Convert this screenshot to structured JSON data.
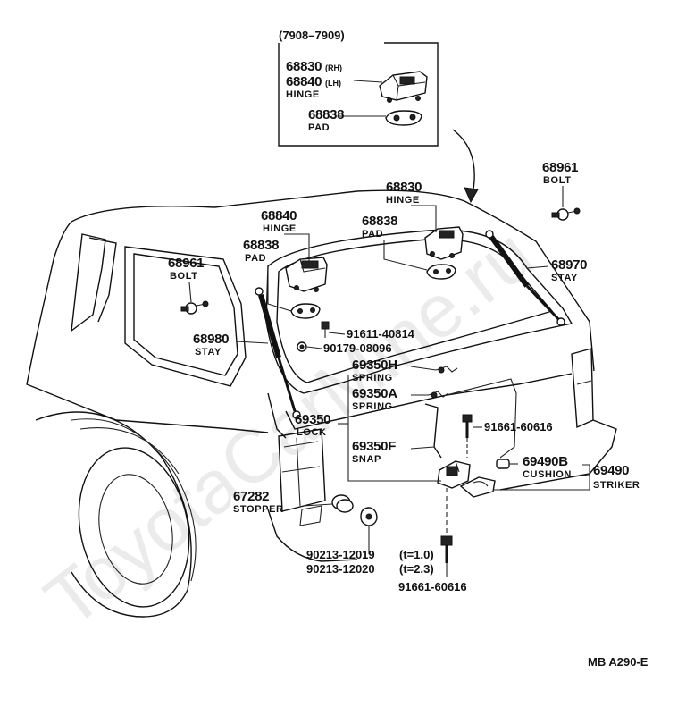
{
  "diagram": {
    "model_code": "MB A290-E",
    "watermark": "ToyotaCarMine.ru",
    "inset": {
      "date_range": "(7908–7909)",
      "parts": [
        {
          "number": "68830",
          "suffix": "(RH)"
        },
        {
          "number": "68840",
          "suffix": "(LH)",
          "name": "HINGE"
        },
        {
          "number": "68838",
          "name": "PAD"
        }
      ]
    },
    "callouts": {
      "hinge_rh": {
        "number": "68830",
        "name": "HINGE"
      },
      "hinge_lh": {
        "number": "68840",
        "name": "HINGE"
      },
      "pad_right": {
        "number": "68838",
        "name": "PAD"
      },
      "pad_left": {
        "number": "68838",
        "name": "PAD"
      },
      "bolt_right": {
        "number": "68961",
        "name": "BOLT"
      },
      "bolt_left": {
        "number": "68961",
        "name": "BOLT"
      },
      "stay_right": {
        "number": "68970",
        "name": "STAY"
      },
      "stay_left": {
        "number": "68980",
        "name": "STAY"
      },
      "bolt_91611": {
        "number": "91611-40814"
      },
      "nut_90179": {
        "number": "90179-08096"
      },
      "spring_h": {
        "number": "69350H",
        "name": "SPRING"
      },
      "spring_a": {
        "number": "69350A",
        "name": "SPRING"
      },
      "lock": {
        "number": "69350",
        "name": "LOCK"
      },
      "snap": {
        "number": "69350F",
        "name": "SNAP"
      },
      "bolt_upper": {
        "number": "91661-60616"
      },
      "cushion": {
        "number": "69490B",
        "name": "CUSHION"
      },
      "striker": {
        "number": "69490",
        "name": "STRIKER"
      },
      "stopper": {
        "number": "67282",
        "name": "STOPPER"
      },
      "shim_1": {
        "number": "90213-12019",
        "note": "(t=1.0)"
      },
      "shim_2": {
        "number": "90213-12020",
        "note": "(t=2.3)"
      },
      "bolt_lower": {
        "number": "91661-60616"
      }
    }
  }
}
